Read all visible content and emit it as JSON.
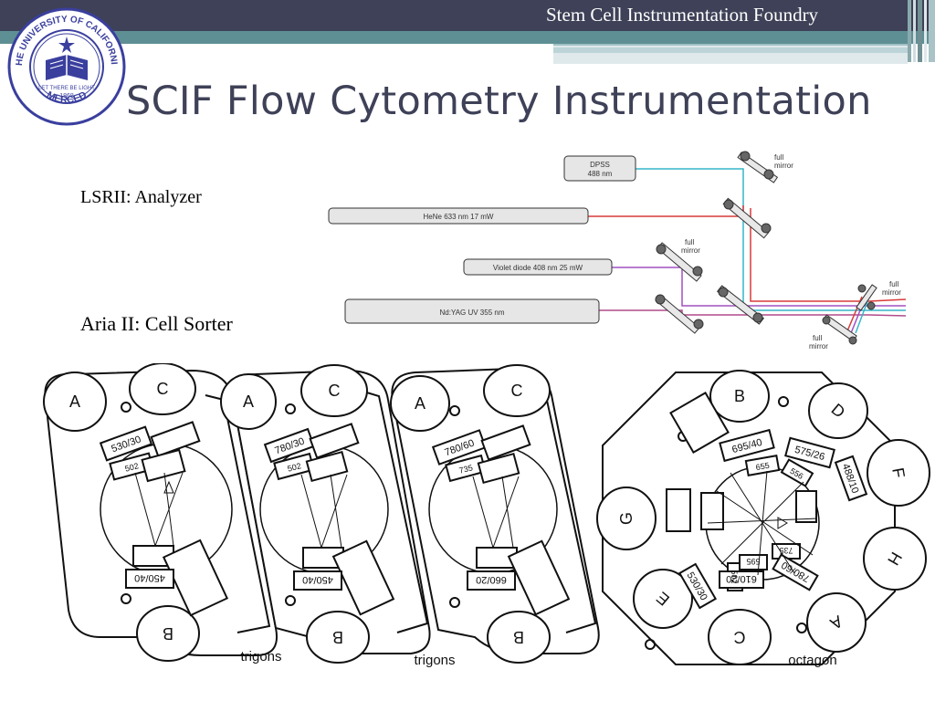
{
  "header": {
    "foundry": "Stem Cell Instrumentation Foundry",
    "title": "SCIF Flow Cytometry Instrumentation"
  },
  "seal": {
    "top_text": "THE UNIVERSITY OF CALIFORNIA",
    "bottom_text": "MERCED",
    "motto": "LET THERE BE LIGHT",
    "year": "1868"
  },
  "labels": {
    "lsrii": "LSRII: Analyzer",
    "aria": "Aria II: Cell Sorter"
  },
  "lasers": {
    "dpss_line1": "DPSS",
    "dpss_line2": "488 nm",
    "hene": "HeNe 633 nm 17 mW",
    "violet": "Violet diode 408 nm 25 mW",
    "ndyag": "Nd:YAG UV 355 nm",
    "full_word": "full",
    "mirror_word": "mirror"
  },
  "cups": {
    "trigon1": {
      "slot_a": "A",
      "slot_b": "B",
      "slot_c": "C",
      "f1": "530/30",
      "f2": "502",
      "f3": "450/40"
    },
    "trigon2": {
      "slot_a": "A",
      "slot_b": "B",
      "slot_c": "C",
      "f1": "780/30",
      "f2": "502",
      "f3": "450/40"
    },
    "trigon3": {
      "slot_a": "A",
      "slot_b": "B",
      "slot_c": "C",
      "f1": "780/60",
      "f2": "735",
      "f3": "660/20"
    },
    "octagon": {
      "slot_a": "A",
      "slot_b": "B",
      "slot_c": "C",
      "slot_d": "D",
      "slot_e": "E",
      "slot_f": "F",
      "slot_g": "G",
      "slot_h": "H",
      "f1": "695/40",
      "f2": "575/26",
      "f3": "655",
      "f4": "556",
      "f5": "488/10",
      "f6": "530/30",
      "f7": "502",
      "f8": "595",
      "f9": "735",
      "f10": "610/20",
      "f11": "780/60"
    },
    "caption_trigons": "trigons",
    "caption_octagon": "octagon"
  },
  "colors": {
    "topbar": "#3e4157",
    "teal": "#5e8f95",
    "seal_blue": "#3a3f9e",
    "beam_cyan": "#35b6c9",
    "beam_red": "#d93a3a",
    "beam_purple": "#a050c0",
    "beam_magenta": "#b04c8c"
  }
}
